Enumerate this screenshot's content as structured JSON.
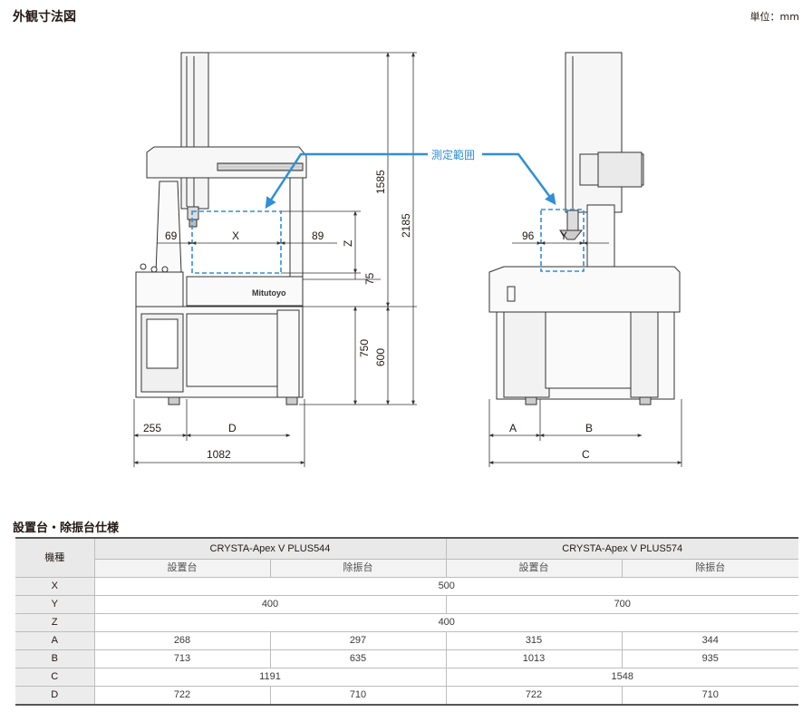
{
  "header": {
    "title": "外観寸法図",
    "unit": "単位：mm"
  },
  "drawing": {
    "measuring_range_label": "測定範囲",
    "brand": "Mitutoyo",
    "front": {
      "d69": "69",
      "x": "X",
      "d89": "89",
      "z": "Z",
      "d75": "75",
      "d1585": "1585",
      "d2185": "2185",
      "d750": "750",
      "d600": "600",
      "d255": "255",
      "d": "D",
      "d1082": "1082"
    },
    "side": {
      "d96": "96",
      "y": "Y",
      "a": "A",
      "b": "B",
      "c": "C"
    }
  },
  "table": {
    "section_title": "設置台・除振台仕様",
    "row_header": "機種",
    "models": [
      "CRYSTA-Apex V PLUS544",
      "CRYSTA-Apex V PLUS574"
    ],
    "subheaders": [
      "設置台",
      "除振台",
      "設置台",
      "除振台"
    ],
    "rows": [
      {
        "label": "X",
        "v544": "500"
      },
      {
        "label": "Y",
        "m544": "400",
        "m574": "700"
      },
      {
        "label": "Z",
        "v544": "400"
      },
      {
        "label": "A",
        "c": [
          "268",
          "297",
          "315",
          "344"
        ]
      },
      {
        "label": "B",
        "c": [
          "713",
          "635",
          "1013",
          "935"
        ]
      },
      {
        "label": "C",
        "m544": "1191",
        "m574": "1548"
      },
      {
        "label": "D",
        "c": [
          "722",
          "710",
          "722",
          "710"
        ]
      }
    ]
  },
  "colors": {
    "measuring_range": "#2f8fd8",
    "line": "#333333",
    "table_border": "#bdbdbd"
  }
}
